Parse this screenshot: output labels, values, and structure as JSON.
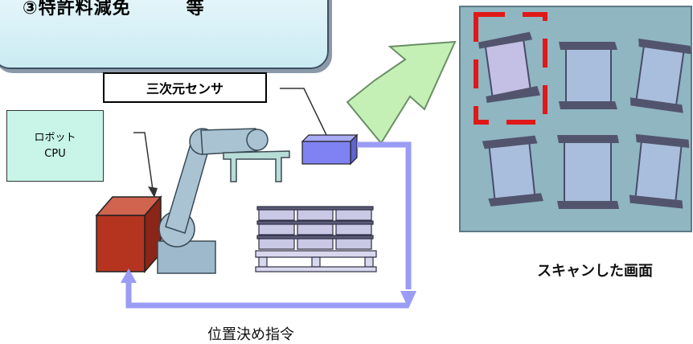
{
  "callout": {
    "text": "③特許料減免　　　等"
  },
  "sensor_label": "三次元センサ",
  "robot_cpu": {
    "line1": "ロボット",
    "line2": "CPU"
  },
  "command_label": "位置決め指令",
  "scan_caption": "スキャンした画面",
  "colors": {
    "callout_bg": "#d6f0f6",
    "cpu_box": "#c8f5e8",
    "sensor": "#7f82f2",
    "loop_line": "#9a9cf6",
    "controller": "#b5341f",
    "robot": "#a9c3d3",
    "scan_bg": "#8fb6c1",
    "selection": "#e01818",
    "arrow": "#c4f0b6"
  }
}
